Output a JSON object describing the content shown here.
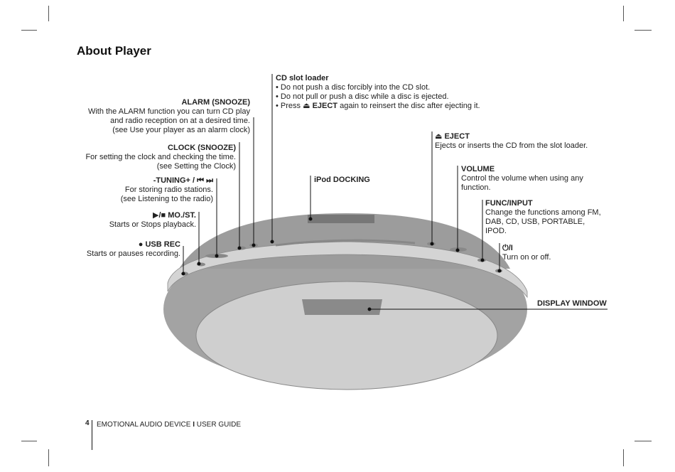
{
  "page": {
    "title": "About Player",
    "page_number": "4",
    "footer_left": "EMOTIONAL AUDIO DEVICE",
    "footer_sep": "I",
    "footer_right": "USER GUIDE"
  },
  "labels": {
    "cd_slot": {
      "heading": "CD slot loader",
      "bullets": [
        "• Do not push a disc forcibly into the CD slot.",
        "• Do not pull or push a disc while a disc is ejected.",
        "• Press",
        "EJECT",
        "again to reinsert the disc after ejecting it."
      ]
    },
    "alarm": {
      "heading": "ALARM (SNOOZE)",
      "lines": [
        "With the ALARM function you can turn CD play",
        "and radio reception on at a desired time.",
        "(see Use your player as an alarm clock)"
      ]
    },
    "clock": {
      "heading": "CLOCK (SNOOZE)",
      "lines": [
        "For setting the clock and checking the time.",
        "(see Setting the Clock)"
      ]
    },
    "tuning": {
      "heading": "-TUNING+ /",
      "lines": [
        "For storing radio stations.",
        "(see Listening to the radio)"
      ]
    },
    "play": {
      "heading": "MO./ST.",
      "lines": [
        "Starts or Stops playback."
      ]
    },
    "usb_rec": {
      "heading": "USB REC",
      "lines": [
        "Starts or pauses recording."
      ]
    },
    "ipod": {
      "heading": "iPod DOCKING"
    },
    "eject": {
      "heading": "EJECT",
      "lines": [
        "Ejects or inserts the CD from the slot loader."
      ]
    },
    "volume": {
      "heading": "VOLUME",
      "lines": [
        "Control the volume when using any",
        "function."
      ]
    },
    "func": {
      "heading": "FUNC/INPUT",
      "lines": [
        "Change the functions among FM,",
        "DAB, CD, USB, PORTABLE,",
        "IPOD."
      ]
    },
    "power": {
      "heading": "/I",
      "lines": [
        "Turn on or off."
      ]
    },
    "display": {
      "heading": "DISPLAY WINDOW"
    }
  },
  "icons": [
    "eject-icon",
    "power-icon",
    "play-stop-icon",
    "skip-icons",
    "record-dot-icon"
  ]
}
